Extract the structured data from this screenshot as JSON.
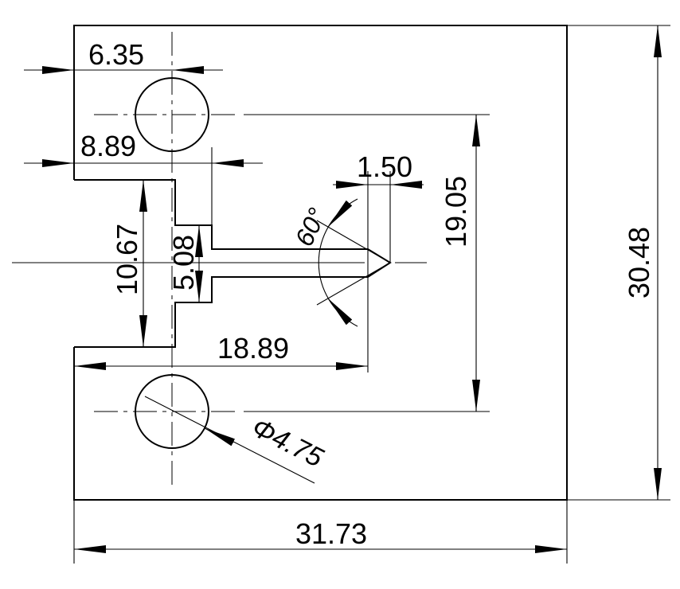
{
  "dimensions": {
    "hole_edge_offset": "6.35",
    "step_offset": "8.89",
    "tip_offset": "1.50",
    "hole_spacing": "19.05",
    "overall_height": "30.48",
    "outer_slot_width": "10.67",
    "inner_slot_width": "5.08",
    "notch_angle": "60°",
    "notch_length": "18.89",
    "hole_diameter": "Φ4.75",
    "overall_width": "31.73"
  }
}
